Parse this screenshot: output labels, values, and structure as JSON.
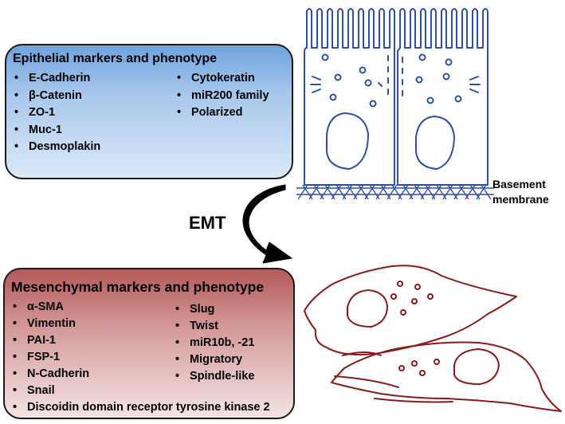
{
  "epithelial": {
    "title": "Epithelial markers and phenotype",
    "col1": [
      "E-Cadherin",
      "β-Catenin",
      "ZO-1",
      "Muc-1",
      "Desmoplakin"
    ],
    "col2": [
      "Cytokeratin",
      "miR200 family",
      "Polarized"
    ]
  },
  "transition": {
    "label": "EMT"
  },
  "basement": {
    "line1": "Basement",
    "line2": "membrane"
  },
  "mesenchymal": {
    "title": "Mesenchymal markers and phenotype",
    "col1": [
      "α-SMA",
      "Vimentin",
      "PAI-1",
      "FSP-1",
      "N-Cadherin",
      "Snail",
      "Discoidin domain receptor tyrosine kinase 2"
    ],
    "col2": [
      "Slug",
      "Twist",
      "miR10b, -21",
      "Migratory",
      "Spindle-like"
    ]
  },
  "colors": {
    "epithelial_cell_stroke": "#2f4fa8",
    "mesenchymal_cell_stroke": "#8b1a1a",
    "epithelial_box_top": "#6fa3dd",
    "mesenchymal_box_top": "#b45a5a"
  }
}
